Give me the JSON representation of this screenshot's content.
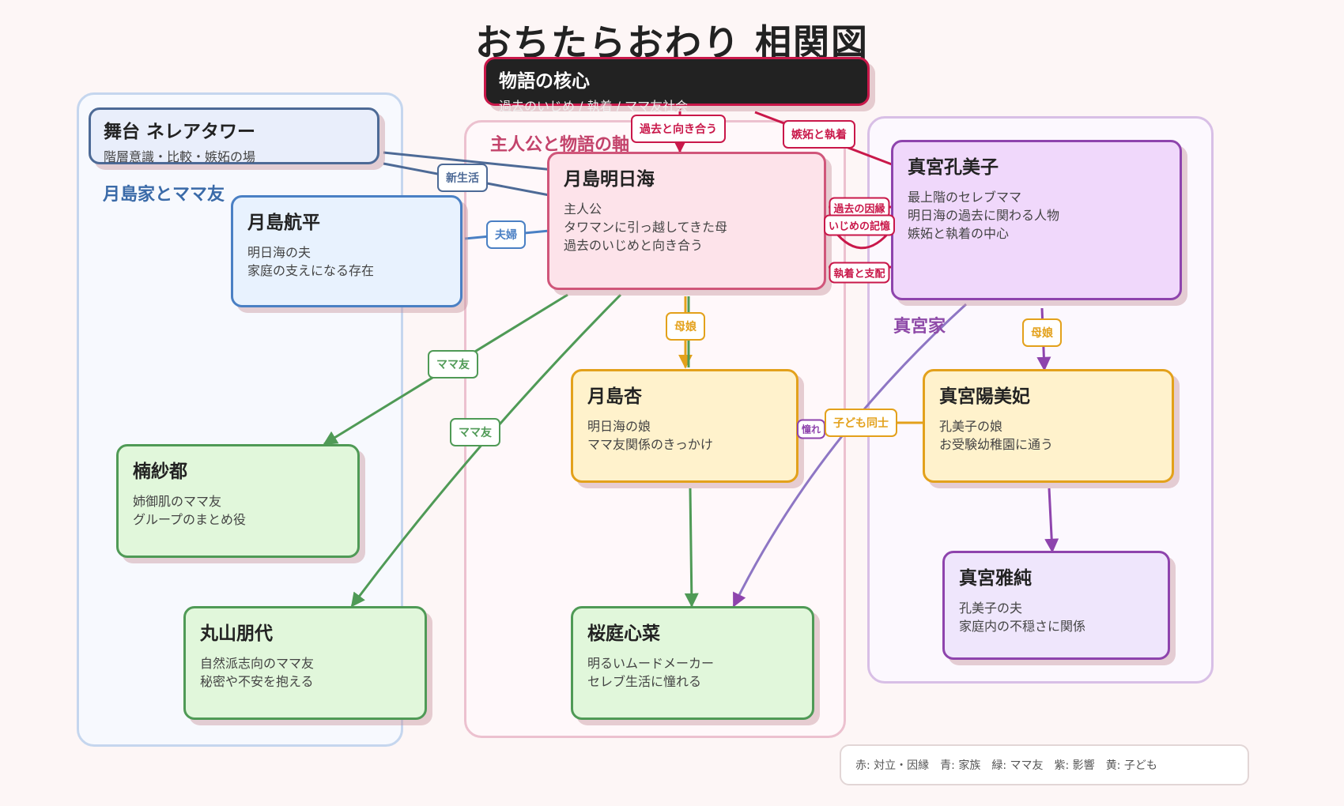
{
  "title": "おちたらおわり 相関図",
  "groups": [
    {
      "id": "g_tsukishima",
      "label": "月島家とママ友",
      "border": "#c5d6ee",
      "fill": "#f7f9fe",
      "color": "#3a6aa8"
    },
    {
      "id": "g_main",
      "label": "主人公と物語の軸",
      "border": "#ecc1cf",
      "fill": "#fff8fa",
      "color": "#c3436b"
    },
    {
      "id": "g_mamiya",
      "label": "真宮家",
      "border": "#d8bfe6",
      "fill": "#fcf8fe",
      "color": "#8e4aa8"
    }
  ],
  "nodes": [
    {
      "id": "core",
      "name": "物語の核心",
      "lines": [
        "過去のいじめ / 執着 / ママ友社会"
      ],
      "fill": "#222222",
      "border": "#c9184a"
    },
    {
      "id": "stage",
      "name": "舞台 ネレアタワー",
      "lines": [
        "階層意識・比較・嫉妬の場"
      ],
      "fill": "#e9eefb",
      "border": "#4d6a96"
    },
    {
      "id": "kohei",
      "name": "月島航平",
      "lines": [
        "明日海の夫",
        "家庭の支えになる存在"
      ],
      "fill": "#e8f2fe",
      "border": "#4a80c4"
    },
    {
      "id": "asumi",
      "name": "月島明日海",
      "lines": [
        "主人公",
        "タワマンに引っ越してきた母",
        "過去のいじめと向き合う"
      ],
      "fill": "#fde3ea",
      "border": "#d0567a"
    },
    {
      "id": "kumiko",
      "name": "真宮孔美子",
      "lines": [
        "最上階のセレブママ",
        "明日海の過去に関わる人物",
        "嫉妬と執着の中心"
      ],
      "fill": "#f0d8fb",
      "border": "#8e44ad"
    },
    {
      "id": "anzu",
      "name": "月島杏",
      "lines": [
        "明日海の娘",
        "ママ友関係のきっかけ"
      ],
      "fill": "#fff2cc",
      "border": "#e3a11b"
    },
    {
      "id": "hinaki",
      "name": "真宮陽美妃",
      "lines": [
        "孔美子の娘",
        "お受験幼稚園に通う"
      ],
      "fill": "#fff2cc",
      "border": "#e3a11b"
    },
    {
      "id": "sato",
      "name": "楠紗都",
      "lines": [
        "姉御肌のママ友",
        "グループのまとめ役"
      ],
      "fill": "#e1f7db",
      "border": "#4f9a56"
    },
    {
      "id": "tomoyo",
      "name": "丸山朋代",
      "lines": [
        "自然派志向のママ友",
        "秘密や不安を抱える"
      ],
      "fill": "#e1f7db",
      "border": "#4f9a56"
    },
    {
      "id": "kokona",
      "name": "桜庭心菜",
      "lines": [
        "明るいムードメーカー",
        "セレブ生活に憧れる"
      ],
      "fill": "#e1f7db",
      "border": "#4f9a56"
    },
    {
      "id": "masazumi",
      "name": "真宮雅純",
      "lines": [
        "孔美子の夫",
        "家庭内の不穏さに関係"
      ],
      "fill": "#efe6fc",
      "border": "#8e44ad"
    }
  ],
  "edges": [
    {
      "id": "e_core_asumi",
      "label": "過去と向き合う",
      "color": "#c9184a"
    },
    {
      "id": "e_core_kumiko",
      "label": "嫉妬と執着",
      "color": "#c9184a"
    },
    {
      "id": "e_past_karma",
      "label": "過去の因縁",
      "color": "#c9184a"
    },
    {
      "id": "e_bullying",
      "label": "いじめの記憶",
      "color": "#c9184a"
    },
    {
      "id": "e_obsession",
      "label": "執着と支配",
      "color": "#c9184a"
    },
    {
      "id": "e_stage",
      "label": "新生活",
      "color": "#4d6a96"
    },
    {
      "id": "e_couple",
      "label": "夫婦",
      "color": "#4a80c4"
    },
    {
      "id": "e_mother_a",
      "label": "母娘",
      "color": "#e3a11b"
    },
    {
      "id": "e_mother_b",
      "label": "母娘",
      "color": "#e3a11b"
    },
    {
      "id": "e_mamatomo1",
      "label": "ママ友",
      "color": "#4f9a56"
    },
    {
      "id": "e_mamatomo2",
      "label": "ママ友",
      "color": "#4f9a56"
    },
    {
      "id": "e_kids",
      "label": "子ども同士",
      "color": "#e3a11b"
    },
    {
      "id": "e_longing",
      "label": "憧れ",
      "color": "#8e44ad"
    }
  ],
  "legend": [
    "赤: 対立・因縁",
    "青: 家族",
    "緑: ママ友",
    "紫: 影響",
    "黄: 子ども"
  ]
}
